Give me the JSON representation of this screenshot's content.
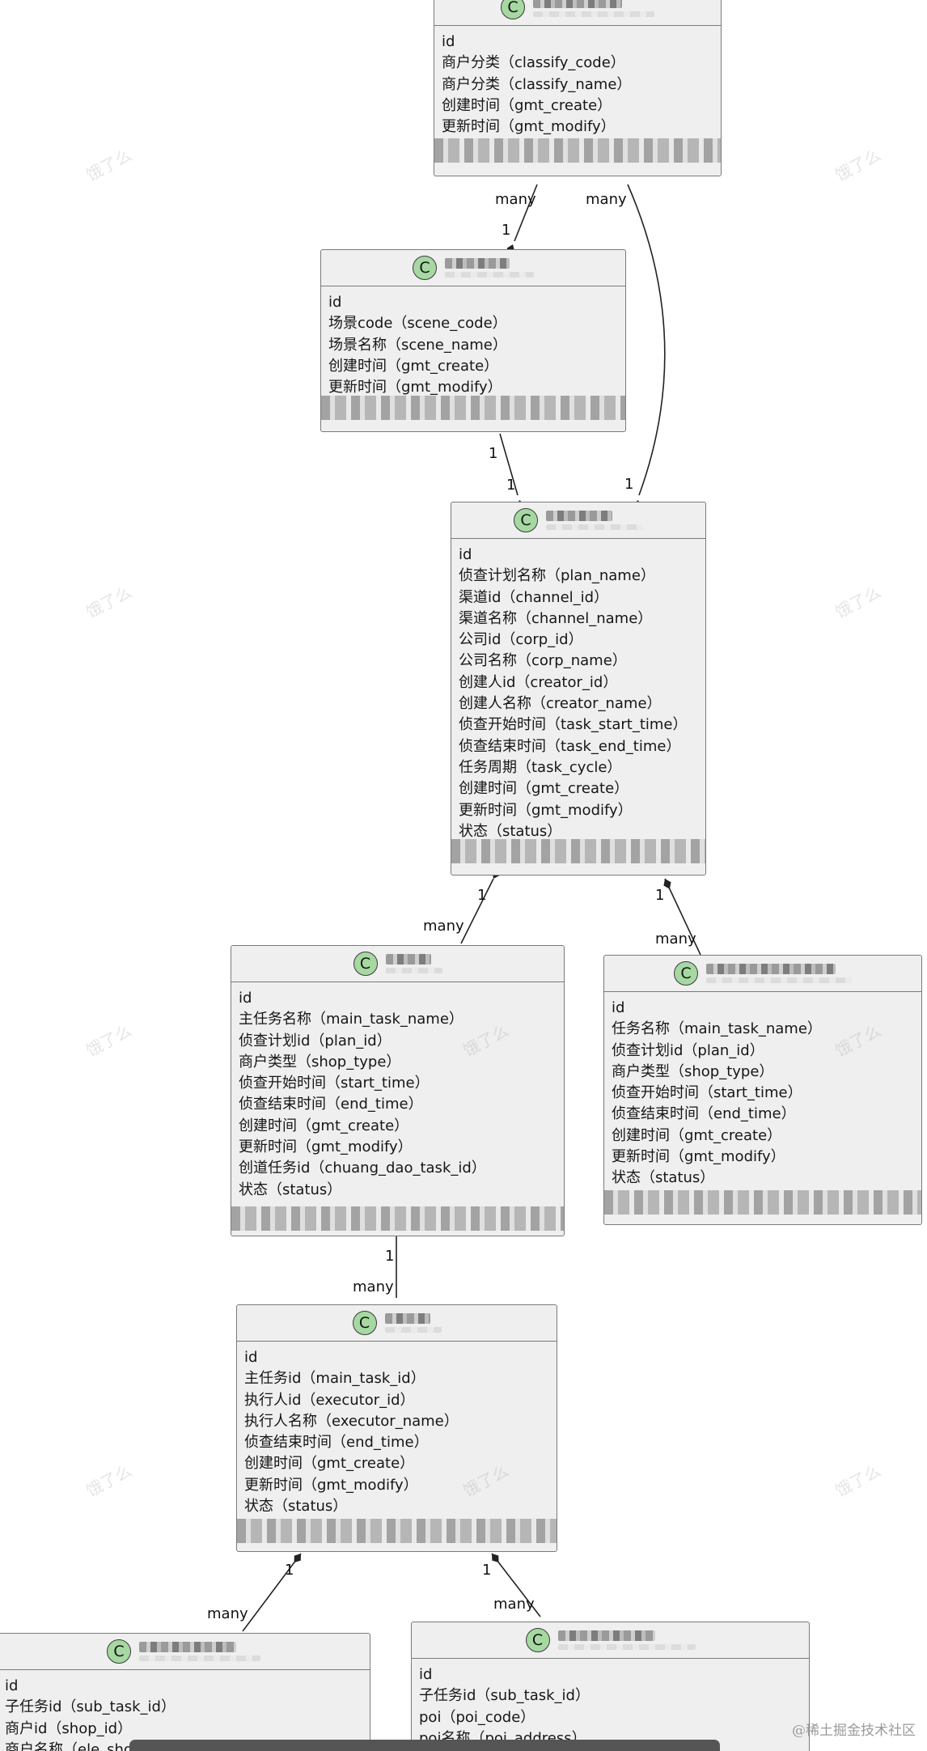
{
  "classes": [
    {
      "id": "merchant_classify",
      "attributes": [
        "id",
        "商户分类（classify_code）",
        "商户分类（classify_name）",
        "创建时间（gmt_create）",
        "更新时间（gmt_modify）"
      ]
    },
    {
      "id": "scene",
      "attributes": [
        "id",
        "场景code（scene_code）",
        "场景名称（scene_name）",
        "创建时间（gmt_create）",
        "更新时间（gmt_modify）"
      ]
    },
    {
      "id": "plan",
      "attributes": [
        "id",
        "侦查计划名称（plan_name）",
        "渠道id（channel_id）",
        "渠道名称（channel_name）",
        "公司id（corp_id）",
        "公司名称（corp_name）",
        "创建人id（creator_id）",
        "创建人名称（creator_name）",
        "侦查开始时间（task_start_time）",
        "侦查结束时间（task_end_time）",
        "任务周期（task_cycle）",
        "创建时间（gmt_create）",
        "更新时间（gmt_modify）",
        "状态（status）"
      ]
    },
    {
      "id": "main_task",
      "attributes": [
        "id",
        "主任务名称（main_task_name）",
        "侦查计划id（plan_id）",
        "商户类型（shop_type）",
        "侦查开始时间（start_time）",
        "侦查结束时间（end_time）",
        "创建时间（gmt_create）",
        "更新时间（gmt_modify）",
        "创道任务id（chuang_dao_task_id）",
        "状态（status）"
      ]
    },
    {
      "id": "task",
      "attributes": [
        "id",
        "任务名称（main_task_name）",
        "侦查计划id（plan_id）",
        "商户类型（shop_type）",
        "侦查开始时间（start_time）",
        "侦查结束时间（end_time）",
        "创建时间（gmt_create）",
        "更新时间（gmt_modify）",
        "状态（status）"
      ]
    },
    {
      "id": "sub_task",
      "attributes": [
        "id",
        "主任务id（main_task_id）",
        "执行人id（executor_id）",
        "执行人名称（executor_name）",
        "侦查结束时间（end_time）",
        "创建时间（gmt_create）",
        "更新时间（gmt_modify）",
        "状态（status）"
      ]
    },
    {
      "id": "sub_task_shop",
      "attributes": [
        "id",
        "子任务id（sub_task_id）",
        "商户id（shop_id）",
        "商户名称（ele_shop_name）"
      ]
    },
    {
      "id": "sub_task_poi",
      "attributes": [
        "id",
        "子任务id（sub_task_id）",
        "poi（poi_code）",
        "poi名称（poi_address）"
      ]
    }
  ],
  "relations": [
    {
      "from": "merchant_classify",
      "to": "scene",
      "from_mult": "many",
      "to_mult": "1"
    },
    {
      "from": "merchant_classify",
      "to": "plan",
      "from_mult": "many",
      "to_mult": "1"
    },
    {
      "from": "scene",
      "to": "plan",
      "from_mult": "1",
      "to_mult": "1"
    },
    {
      "from": "plan",
      "to": "main_task",
      "from_mult": "1",
      "to_mult": "many"
    },
    {
      "from": "plan",
      "to": "task",
      "from_mult": "1",
      "to_mult": "many"
    },
    {
      "from": "main_task",
      "to": "sub_task",
      "from_mult": "1",
      "to_mult": "many"
    },
    {
      "from": "sub_task",
      "to": "sub_task_shop",
      "from_mult": "1",
      "to_mult": "many"
    },
    {
      "from": "sub_task",
      "to": "sub_task_poi",
      "from_mult": "1",
      "to_mult": "many"
    }
  ],
  "watermark_text": "饿了么",
  "footer_credit": "@稀土掘金技术社区",
  "colors": {
    "box_fill": "#efefef",
    "box_border": "#7a7a7a",
    "badge_fill": "#a6d8a2",
    "line": "#222222"
  },
  "icons": {
    "class_badge": "C"
  }
}
